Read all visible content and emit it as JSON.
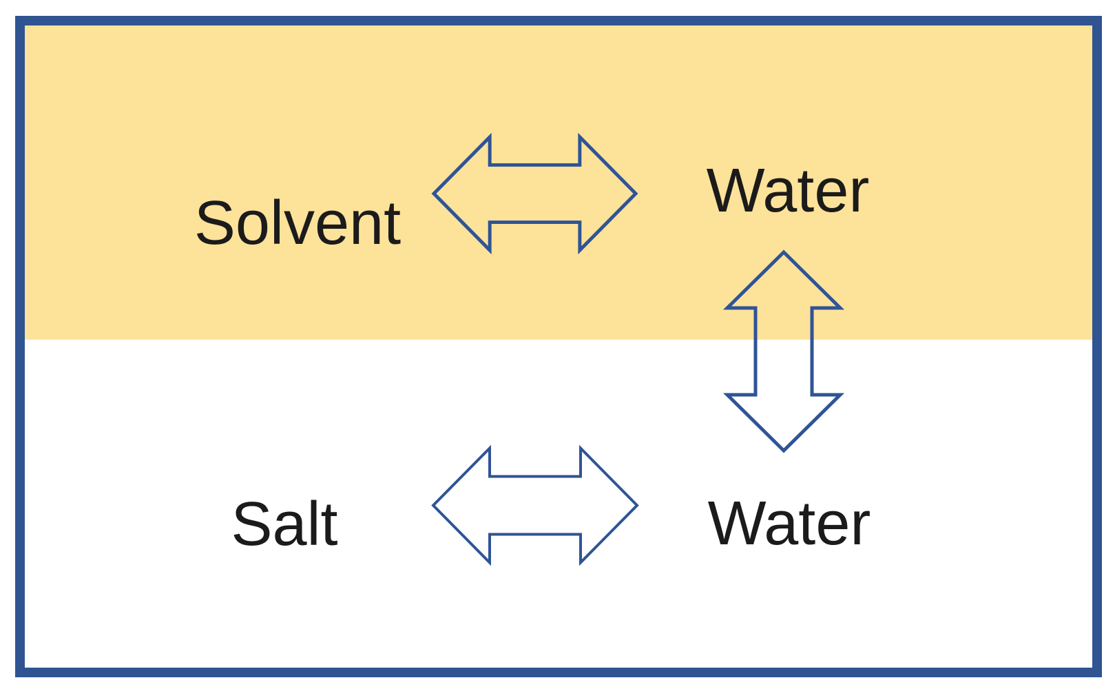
{
  "diagram": {
    "top_section": {
      "left_label": "Solvent",
      "right_label": "Water"
    },
    "bottom_section": {
      "left_label": "Salt",
      "right_label": "Water"
    },
    "arrows": [
      {
        "name": "solvent-water-double-arrow",
        "direction": "horizontal"
      },
      {
        "name": "water-water-double-arrow",
        "direction": "vertical"
      },
      {
        "name": "salt-water-double-arrow",
        "direction": "horizontal"
      }
    ]
  },
  "colors": {
    "frame_border": "#2F5491",
    "top_section_fill": "#FDE29A",
    "bottom_section_fill": "#FFFFFF",
    "arrow_outline": "#2F5496",
    "text": "#1B1B1B",
    "page_background": "#FFFFFF"
  }
}
